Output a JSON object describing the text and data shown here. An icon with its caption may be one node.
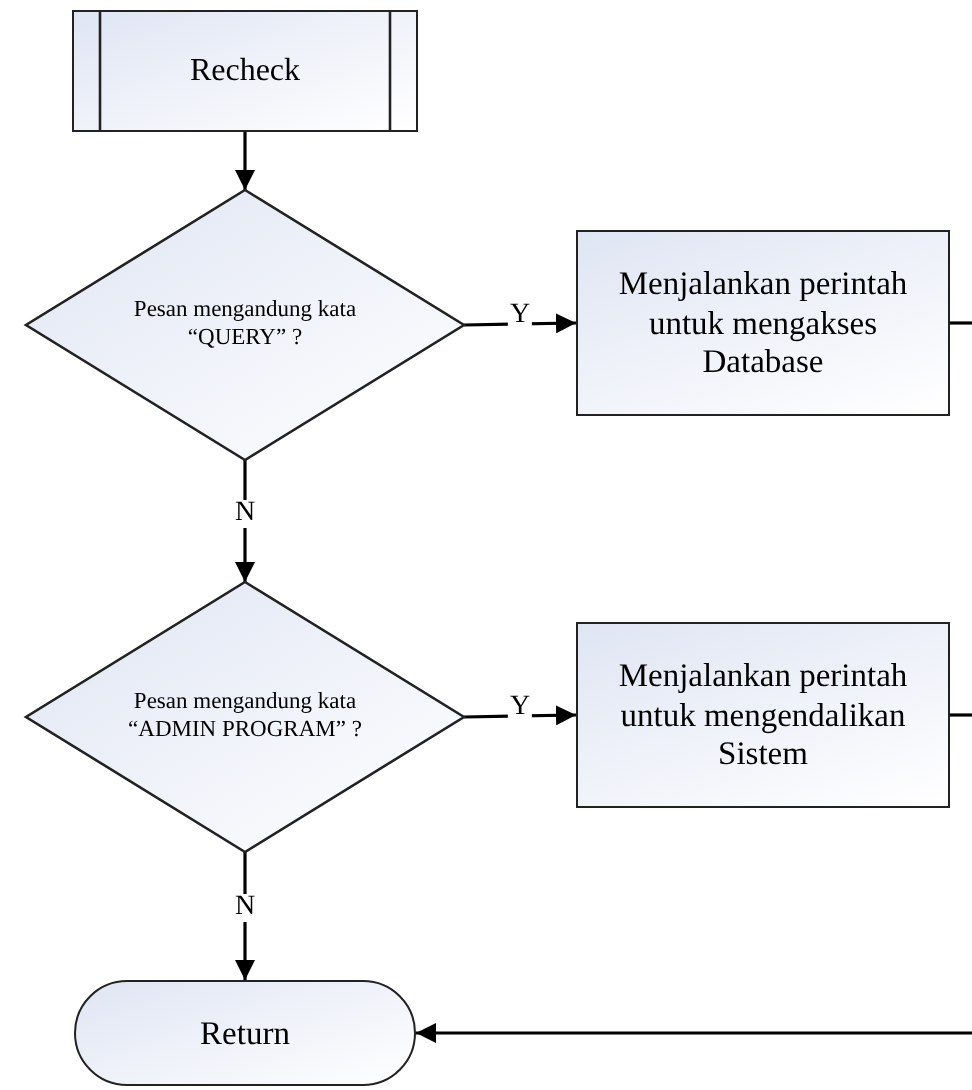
{
  "diagram": {
    "nodes": [
      {
        "text": [
          "Recheck"
        ]
      },
      {
        "text": [
          "Pesan mengandung kata “QUERY” ?"
        ]
      },
      {
        "text": [
          "Menjalankan perintah untuk mengakses Database"
        ]
      },
      {
        "text": [
          "Pesan mengandung kata “ADMIN PROGRAM” ?"
        ]
      },
      {
        "text": [
          "Menjalankan perintah untuk mengendalikan Sistem"
        ]
      },
      {
        "text": [
          "Return"
        ]
      }
    ],
    "edges": [
      {
        "from": 0,
        "to": 1,
        "arrow": "to"
      },
      {
        "from": 1,
        "to": 2,
        "arrow": "to",
        "label": "Y"
      },
      {
        "from": 1,
        "to": 3,
        "arrow": "to",
        "label": "N"
      },
      {
        "from": 3,
        "to": 4,
        "arrow": "to",
        "label": "Y"
      },
      {
        "from": 3,
        "to": 5,
        "arrow": "to",
        "label": "N"
      },
      {
        "from": 2,
        "to": null,
        "arrow": "none"
      },
      {
        "from": 4,
        "to": null,
        "arrow": "none"
      },
      {
        "from": null,
        "to": 5,
        "arrow": "to"
      }
    ]
  }
}
